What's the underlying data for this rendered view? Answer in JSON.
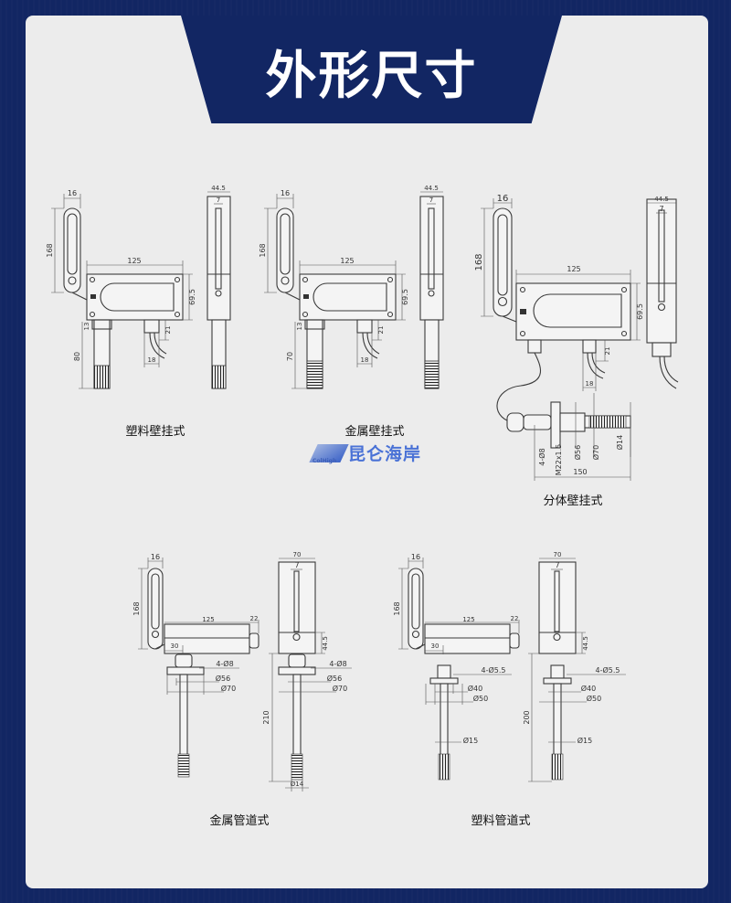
{
  "title": "外形尺寸",
  "captions": {
    "wall_plastic": "塑料壁挂式",
    "wall_metal": "金属壁挂式",
    "wall_split": "分体壁挂式",
    "duct_metal": "金属管道式",
    "duct_plastic": "塑料管道式"
  },
  "logo": {
    "cn": "昆仑海岸",
    "en": "ColHigh"
  },
  "colors": {
    "background": "#122663",
    "panel": "#ececec",
    "title": "#ffffff",
    "logo": "#4a72d6"
  },
  "wall_plastic": {
    "antenna_w": "16",
    "antenna_h": "168",
    "body_w": "125",
    "body_h": "69.5",
    "gap": "13",
    "gland_h": "21",
    "gland_w": "18",
    "probe_len": "80",
    "side_w": "44.5",
    "side_rod": "7"
  },
  "wall_metal": {
    "antenna_w": "16",
    "antenna_h": "168",
    "body_w": "125",
    "body_h": "69.5",
    "gap": "13",
    "gland_h": "21",
    "gland_w": "18",
    "probe_len": "70",
    "side_w": "44.5",
    "side_rod": "7"
  },
  "wall_split": {
    "antenna_w": "16",
    "antenna_h": "168",
    "body_w": "125",
    "body_h": "69.5",
    "gland_h": "21",
    "gland_w": "18",
    "side_w": "44.5",
    "side_rod": "7",
    "holes": "4-Ø8",
    "thread": "M22x1.5",
    "d56": "Ø56",
    "d70": "Ø70",
    "d14": "Ø14",
    "length": "150"
  },
  "duct_metal": {
    "antenna_w": "16",
    "antenna_h": "168",
    "body_w": "125",
    "gland_w": "22",
    "offset": "30",
    "holes": "4-Ø8",
    "d56": "Ø56",
    "d70": "Ø70",
    "side_w": "70",
    "side_rod": "7",
    "side_h": "44.5",
    "probe_len": "210",
    "d14": "Ø14"
  },
  "duct_plastic": {
    "antenna_w": "16",
    "antenna_h": "168",
    "body_w": "125",
    "gland_w": "22",
    "offset": "30",
    "holes": "4-Ø5.5",
    "d40": "Ø40",
    "d50": "Ø50",
    "d15": "Ø15",
    "side_w": "70",
    "side_rod": "7",
    "side_h": "44.5",
    "probe_len": "200"
  }
}
